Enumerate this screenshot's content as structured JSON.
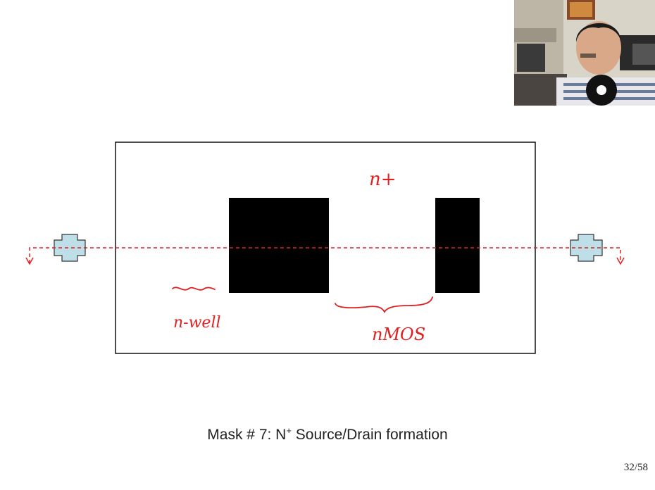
{
  "slide": {
    "caption_prefix": "Mask # 7: N",
    "caption_sup": "+",
    "caption_suffix": " Source/Drain  formation",
    "page_number": "32/58"
  },
  "annotations": {
    "top": "n+",
    "left": "n-well",
    "right": "nMOS"
  },
  "colors": {
    "ink": "#e02020",
    "mask": "#000000",
    "pad": "#bfdfe8",
    "outline": "#111111"
  }
}
